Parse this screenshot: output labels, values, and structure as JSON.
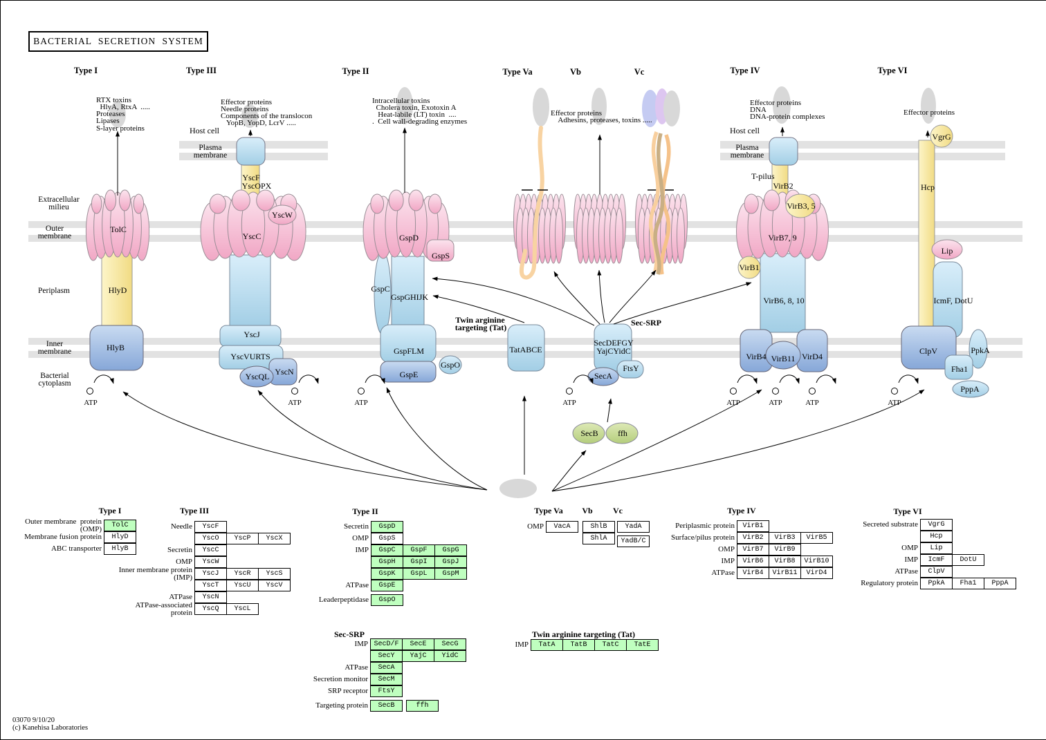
{
  "title": "BACTERIAL SECRETION SYSTEM",
  "footer": {
    "line1": "03070 9/10/20",
    "line2": "(c) Kanehisa Laboratories"
  },
  "colors": {
    "table_green": "#bfffbf",
    "pink": "#f6b8cf",
    "yellow": "#f7e28e",
    "blue_dark": "#a0bede",
    "blue_light": "#bfe0f1",
    "green_ellipse": "#c8d998",
    "gray_blob": "#d8d8d8",
    "membrane": "#e2e2e2"
  },
  "headers": {
    "type1": "Type I",
    "type3": "Type III",
    "type2": "Type II",
    "type5a": "Type Va",
    "type5b": "Vb",
    "type5c": "Vc",
    "type4": "Type IV",
    "type6": "Type VI"
  },
  "pathway_labels": {
    "tat1": "Twin arginine",
    "tat2": "targeting (Tat)",
    "secsrp": "Sec-SRP"
  },
  "compartments": {
    "extracellular": [
      "Extracellular",
      "milieu"
    ],
    "outer": [
      "Outer",
      "membrane"
    ],
    "periplasm": [
      "Periplasm"
    ],
    "inner": [
      "Inner",
      "membrane"
    ],
    "cytoplasm": [
      "Bacterial",
      "cytoplasm"
    ],
    "host3": "Host cell",
    "plasma3": [
      "Plasma",
      "membrane"
    ],
    "host4": "Host cell",
    "plasma4": [
      "Plasma",
      "membrane"
    ]
  },
  "cargo": {
    "type1": [
      "RTX toxins",
      "  HlyA, RtxA  .....",
      "Proteases",
      "Lipases",
      "S-layer proteins"
    ],
    "type3": [
      "Effector proteins",
      "Needle proteins",
      "Components of the translocon",
      "   YopB, YopD, LcrV ....."
    ],
    "type2": [
      "Intracellular toxins",
      "  Cholera toxin, Exotoxin A",
      "   Heat-labile (LT) toxin  ....",
      ".  Cell wall-degrading enzymes"
    ],
    "type5": [
      "Effector proteins",
      "    Adhesins, proteases, toxins ....."
    ],
    "type4": [
      "Effector proteins",
      "DNA",
      "DNA-protein complexes"
    ],
    "type6": [
      "Effector proteins"
    ]
  },
  "misc": {
    "atp": "ATP",
    "tpilus": "T-pilus"
  },
  "proteins": {
    "tolc": "TolC",
    "hlyd": "HlyD",
    "hlyb": "HlyB",
    "yscf": "YscF",
    "yscopx": "YscOPX",
    "yscw": "YscW",
    "yscc": "YscC",
    "yscj": "YscJ",
    "yscvurts": "YscVURTS",
    "yscql": "YscQL",
    "yscn": "YscN",
    "gspd": "GspD",
    "gsps": "GspS",
    "gspc": "GspC",
    "gspghijk": "GspGHIJK",
    "gspflm": "GspFLM",
    "gspe": "GspE",
    "gspo": "GspO",
    "tatabce": "TatABCE",
    "sec1": "SecDEFGY",
    "sec2": "YajCYidC",
    "ftsy": "FtsY",
    "seca": "SecA",
    "secb": "SecB",
    "ffh": "ffh",
    "virb2": "VirB2",
    "virb35": "VirB3, 5",
    "virb79": "VirB7, 9",
    "virb1": "VirB1",
    "virb6810": "VirB6, 8, 10",
    "virb4": "VirB4",
    "virb11": "VirB11",
    "vird4": "VirD4",
    "vgrg": "VgrG",
    "hcp": "Hcp",
    "lip": "Lip",
    "icmfdotu": "IcmF, DotU",
    "clpv": "ClpV",
    "ppka": "PpkA",
    "fha1": "Fha1",
    "pppa": "PppA"
  },
  "tables": {
    "type1": {
      "rows": [
        {
          "label": [
            "Outer membrane  protein",
            "(OMP)"
          ],
          "cells": [
            {
              "t": "TolC",
              "g": true
            }
          ]
        },
        {
          "label": [
            "Membrane fusion protein"
          ],
          "cells": [
            {
              "t": "HlyD"
            }
          ]
        },
        {
          "label": [
            "ABC transporter"
          ],
          "cells": [
            {
              "t": "HlyB"
            }
          ]
        }
      ]
    },
    "type3": {
      "rows": [
        {
          "label": [
            "Needle"
          ],
          "cells": [
            {
              "t": "YscF"
            }
          ]
        },
        {
          "label": [
            ""
          ],
          "cells": [
            {
              "t": "YscO"
            },
            {
              "t": "YscP"
            },
            {
              "t": "YscX"
            }
          ]
        },
        {
          "label": [
            "Secretin"
          ],
          "cells": [
            {
              "t": "YscC"
            }
          ]
        },
        {
          "label": [
            "OMP"
          ],
          "cells": [
            {
              "t": "YscW"
            }
          ]
        },
        {
          "label": [
            "Inner membrane protein",
            "(IMP)"
          ],
          "cells": [
            {
              "t": "YscJ"
            },
            {
              "t": "YscR"
            },
            {
              "t": "YscS"
            }
          ]
        },
        {
          "label": [
            ""
          ],
          "cells": [
            {
              "t": "YscT"
            },
            {
              "t": "YscU"
            },
            {
              "t": "YscV"
            }
          ]
        },
        {
          "label": [
            "ATPase"
          ],
          "cells": [
            {
              "t": "YscN"
            }
          ]
        },
        {
          "label": [
            "ATPase-associated",
            "protein"
          ],
          "cells": [
            {
              "t": "YscQ"
            },
            {
              "t": "YscL"
            }
          ]
        }
      ]
    },
    "type2": {
      "rows": [
        {
          "label": [
            "Secretin"
          ],
          "cells": [
            {
              "t": "GspD",
              "g": true
            }
          ]
        },
        {
          "label": [
            "OMP"
          ],
          "cells": [
            {
              "t": "GspS"
            }
          ]
        },
        {
          "label": [
            "IMP"
          ],
          "cells": [
            {
              "t": "GspC",
              "g": true
            },
            {
              "t": "GspF",
              "g": true
            },
            {
              "t": "GspG",
              "g": true
            }
          ]
        },
        {
          "label": [
            ""
          ],
          "cells": [
            {
              "t": "GspH",
              "g": true
            },
            {
              "t": "GspI",
              "g": true
            },
            {
              "t": "GspJ",
              "g": true
            }
          ]
        },
        {
          "label": [
            ""
          ],
          "cells": [
            {
              "t": "GspK",
              "g": true
            },
            {
              "t": "GspL",
              "g": true
            },
            {
              "t": "GspM",
              "g": true
            }
          ]
        },
        {
          "label": [
            "ATPase"
          ],
          "cells": [
            {
              "t": "GspE",
              "g": true
            }
          ]
        },
        {
          "label": [
            "Leaderpeptidase"
          ],
          "gap": true,
          "cells": [
            {
              "t": "GspO",
              "g": true
            }
          ]
        }
      ]
    },
    "type5a": {
      "rows": [
        {
          "label": [
            "OMP"
          ],
          "cells": [
            {
              "t": "VacA"
            }
          ]
        }
      ]
    },
    "type5b": {
      "rows": [
        {
          "label": [
            ""
          ],
          "cells": [
            {
              "t": "ShlB"
            }
          ]
        },
        {
          "label": [
            ""
          ],
          "cells": [
            {
              "t": "ShlA"
            }
          ]
        }
      ]
    },
    "type5c": {
      "rows": [
        {
          "label": [
            ""
          ],
          "cells": [
            {
              "t": "YadA"
            }
          ]
        },
        {
          "label": [
            ""
          ],
          "gap": true,
          "cells": [
            {
              "t": "YadB/C"
            }
          ]
        }
      ]
    },
    "type4": {
      "rows": [
        {
          "label": [
            "Periplasmic protein"
          ],
          "cells": [
            {
              "t": "VirB1"
            }
          ]
        },
        {
          "label": [
            "Surface/pilus protein"
          ],
          "cells": [
            {
              "t": "VirB2"
            },
            {
              "t": "VirB3"
            },
            {
              "t": "VirB5"
            }
          ]
        },
        {
          "label": [
            "OMP"
          ],
          "cells": [
            {
              "t": "VirB7"
            },
            {
              "t": "VirB9"
            }
          ]
        },
        {
          "label": [
            "IMP"
          ],
          "cells": [
            {
              "t": "VirB6"
            },
            {
              "t": "VirB8"
            },
            {
              "t": "VirB10"
            }
          ]
        },
        {
          "label": [
            "ATPase"
          ],
          "cells": [
            {
              "t": "VirB4"
            },
            {
              "t": "VirB11"
            },
            {
              "t": "VirD4"
            }
          ]
        }
      ]
    },
    "type6": {
      "rows": [
        {
          "label": [
            "Secreted substrate"
          ],
          "cells": [
            {
              "t": "VgrG"
            }
          ]
        },
        {
          "label": [
            ""
          ],
          "cells": [
            {
              "t": "Hcp"
            }
          ]
        },
        {
          "label": [
            "OMP"
          ],
          "cells": [
            {
              "t": "Lip"
            }
          ]
        },
        {
          "label": [
            "IMP"
          ],
          "cells": [
            {
              "t": "IcmF"
            },
            {
              "t": "DotU"
            }
          ]
        },
        {
          "label": [
            "ATPase"
          ],
          "cells": [
            {
              "t": "ClpV"
            }
          ]
        },
        {
          "label": [
            "Regulatory protein"
          ],
          "cells": [
            {
              "t": "PpkA"
            },
            {
              "t": "Fha1"
            },
            {
              "t": "PppA"
            }
          ]
        }
      ]
    },
    "secsrp": {
      "header": "Sec-SRP",
      "rows": [
        {
          "label": [
            "IMP"
          ],
          "cells": [
            {
              "t": "SecD/F",
              "g": true
            },
            {
              "t": "SecE",
              "g": true
            },
            {
              "t": "SecG",
              "g": true
            }
          ]
        },
        {
          "label": [
            ""
          ],
          "cells": [
            {
              "t": "SecY",
              "g": true
            },
            {
              "t": "YajC",
              "g": true
            },
            {
              "t": "YidC",
              "g": true
            }
          ]
        },
        {
          "label": [
            "ATPase"
          ],
          "cells": [
            {
              "t": "SecA",
              "g": true
            }
          ]
        },
        {
          "label": [
            "Secretion monitor"
          ],
          "cells": [
            {
              "t": "SecM",
              "g": true
            }
          ]
        },
        {
          "label": [
            "SRP receptor"
          ],
          "cells": [
            {
              "t": "FtsY",
              "g": true
            }
          ]
        },
        {
          "label": [
            "Targeting protein"
          ],
          "gap": true,
          "cells": [
            {
              "t": "SecB",
              "g": true
            },
            {
              "t": "ffh",
              "g": true,
              "gap": true
            }
          ]
        }
      ]
    },
    "tat": {
      "header": "Twin arginine targeting (Tat)",
      "rows": [
        {
          "label": [
            "IMP"
          ],
          "cells": [
            {
              "t": "TatA",
              "g": true
            },
            {
              "t": "TatB",
              "g": true
            },
            {
              "t": "TatC",
              "g": true
            },
            {
              "t": "TatE",
              "g": true
            }
          ]
        }
      ]
    }
  }
}
